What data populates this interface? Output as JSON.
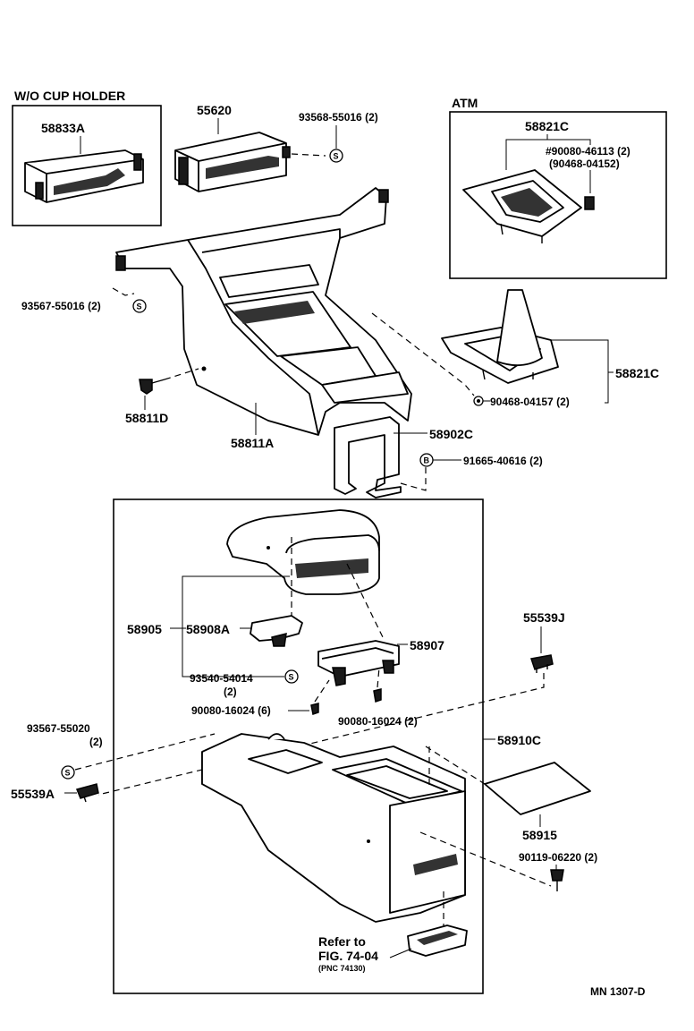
{
  "sections": {
    "wo_cup_holder": "W/O CUP HOLDER",
    "atm": "ATM"
  },
  "parts": {
    "p58833A": "58833A",
    "p55620": "55620",
    "p93568": "93568-55016 (2)",
    "p58821C_top": "58821C",
    "p90080_46113": "#90080-46113 (2)",
    "p90468_04152": "(90468-04152)",
    "p93567_55016": "93567-55016 (2)",
    "p58811D": "58811D",
    "p58811A": "58811A",
    "p58821C_right": "58821C",
    "p90468_04157": "90468-04157 (2)",
    "p58902C": "58902C",
    "p91665": "91665-40616 (2)",
    "p58905": "58905",
    "p58908A": "58908A",
    "p58907": "58907",
    "p55539J": "55539J",
    "p93540": "93540-54014",
    "p93540_qty": "(2)",
    "p90080_16024_6": "90080-16024 (6)",
    "p90080_16024_2": "90080-16024 (2)",
    "p93567_55020": "93567-55020",
    "p93567_55020_qty": "(2)",
    "p58910C": "58910C",
    "p55539A": "55539A",
    "p58915": "58915",
    "p90119": "90119-06220 (2)"
  },
  "markers": {
    "s": "S",
    "b": "B"
  },
  "refer": {
    "line1": "Refer to",
    "line2": "FIG. 74-04",
    "line3": "(PNC 74130)"
  },
  "footer": {
    "code": "MN 1307-D"
  }
}
